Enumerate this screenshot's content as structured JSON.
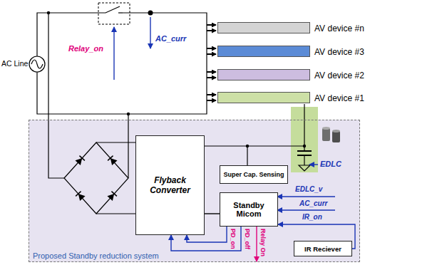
{
  "diagram": {
    "nodes": [
      {
        "text": [
          "AV device #n"
        ]
      },
      {
        "text": [
          "AV device #3"
        ]
      },
      {
        "text": [
          "AV device #2"
        ]
      },
      {
        "text": [
          "AV device #1"
        ]
      },
      {
        "text": [
          "Proposed Standby reduction system"
        ]
      },
      {
        "text": [
          "Flyback Converter"
        ],
        "in": 4
      },
      {
        "text": [
          "Super Cap. Sensing"
        ],
        "in": 4
      },
      {
        "text": [
          "Standby Micom"
        ],
        "in": 4
      },
      {
        "text": [
          "IR Reciever"
        ],
        "in": 4
      }
    ],
    "edges": [
      {
        "from": 7,
        "to": 5,
        "arrow": "to",
        "label": "PD_on"
      },
      {
        "from": 7,
        "to": 5,
        "arrow": "to",
        "label": "PD_off"
      },
      {
        "from": 8,
        "to": 7,
        "arrow": "to",
        "label": "IR_on"
      },
      {
        "from": 5,
        "to": 7,
        "arrow": "none"
      }
    ],
    "labels": [
      "AC Line",
      "Relay_on",
      "AC_curr",
      "EDLC",
      "EDLC_v",
      "AC_curr",
      "Relay On"
    ]
  }
}
